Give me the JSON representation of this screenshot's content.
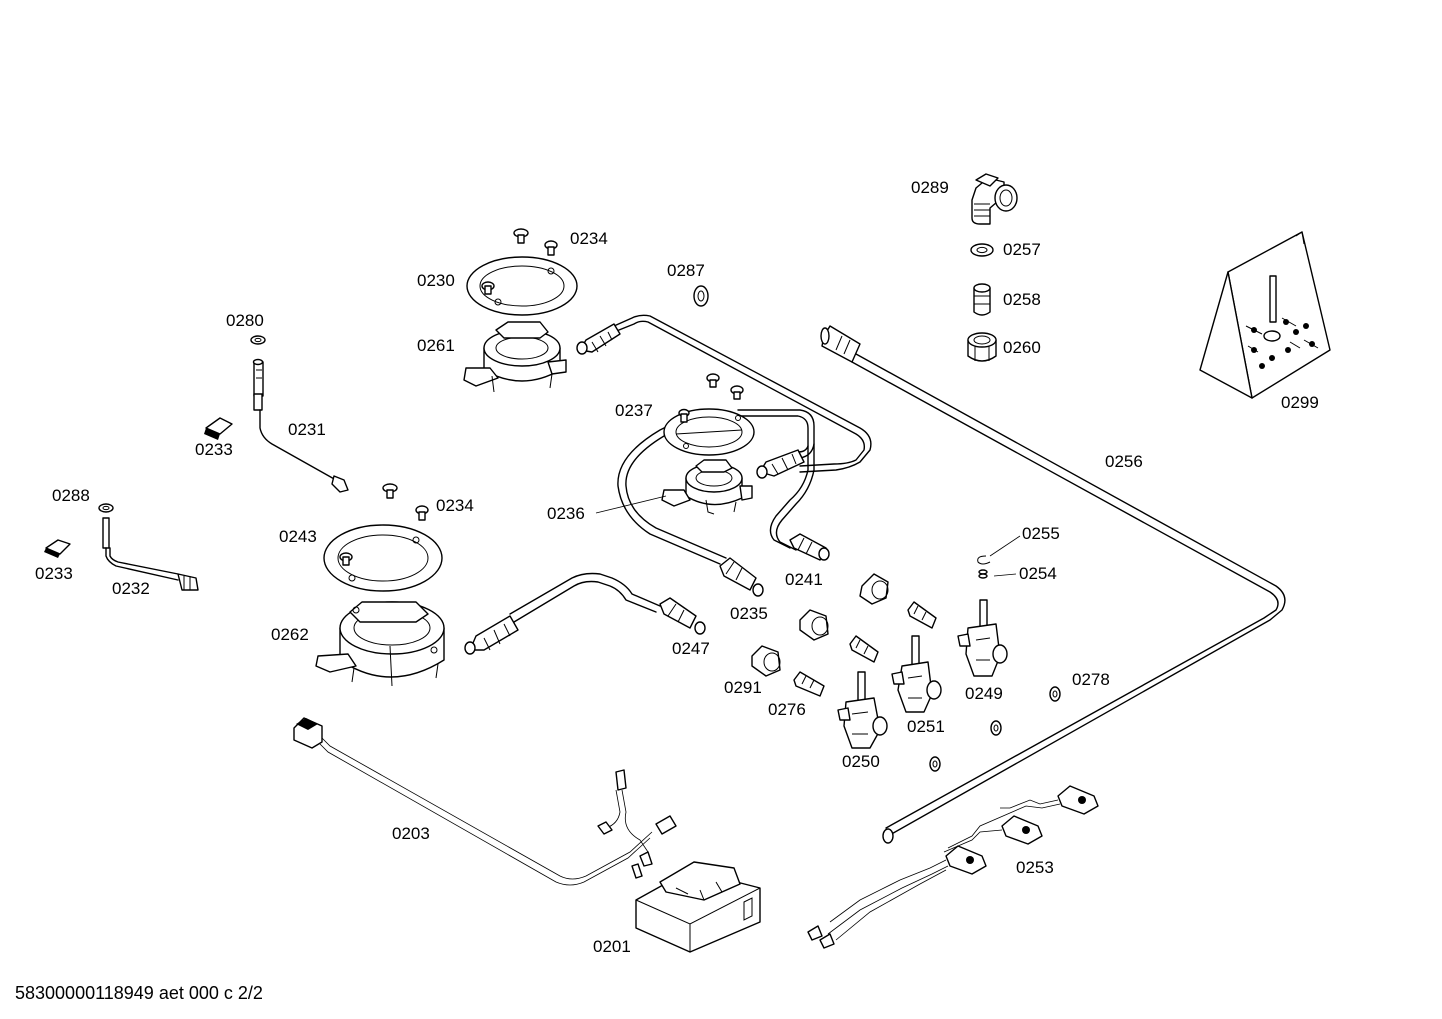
{
  "parts": {
    "p0289": "0289",
    "p0257": "0257",
    "p0258": "0258",
    "p0260": "0260",
    "p0299": "0299",
    "p0234a": "0234",
    "p0230": "0230",
    "p0287": "0287",
    "p0261": "0261",
    "p0280": "0280",
    "p0231": "0231",
    "p0233a": "0233",
    "p0237": "0237",
    "p0256": "0256",
    "p0288": "0288",
    "p0234b": "0234",
    "p0236": "0236",
    "p0243": "0243",
    "p0233b": "0233",
    "p0232": "0232",
    "p0255": "0255",
    "p0241": "0241",
    "p0254": "0254",
    "p0235": "0235",
    "p0262": "0262",
    "p0247": "0247",
    "p0278": "0278",
    "p0249": "0249",
    "p0291": "0291",
    "p0276": "0276",
    "p0251": "0251",
    "p0250": "0250",
    "p0203": "0203",
    "p0253": "0253",
    "p0201": "0201"
  },
  "footer": "58300000118949 aet 000 c 2/2"
}
